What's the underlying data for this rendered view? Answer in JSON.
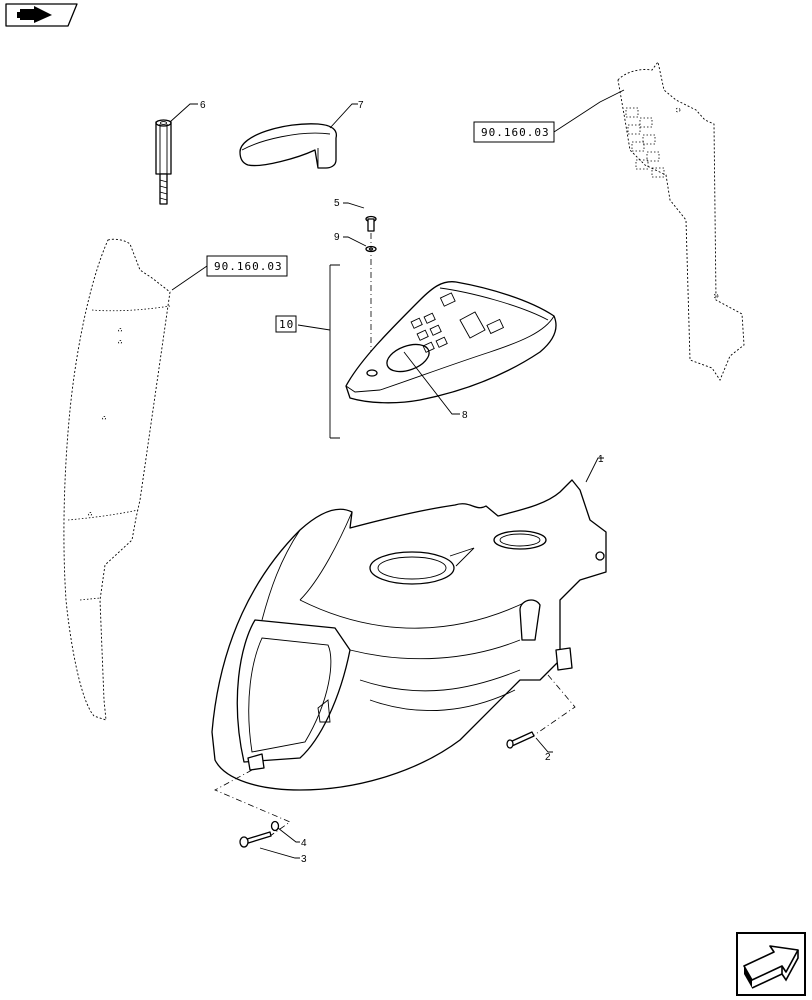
{
  "callouts": {
    "c1": "1",
    "c2": "2",
    "c3": "3",
    "c4": "4",
    "c5": "5",
    "c6": "6",
    "c7": "7",
    "c8": "8",
    "c9": "9",
    "c10": "10"
  },
  "refs": {
    "ref_right": "90.160.03",
    "ref_left": "90.160.03"
  },
  "icons": {
    "top_left": "book-arrow-icon",
    "bottom_right": "next-page-arrow-icon"
  }
}
